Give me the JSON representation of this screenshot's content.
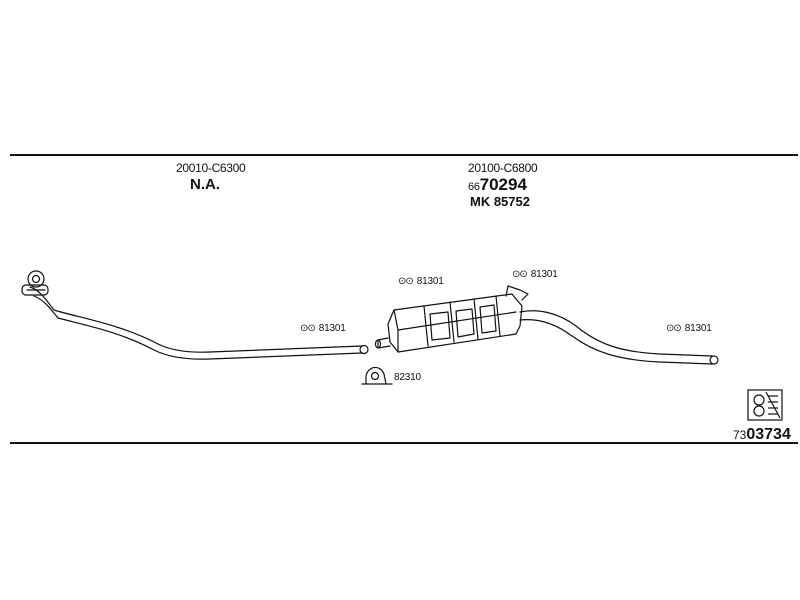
{
  "diagram": {
    "section_left": {
      "part_number": "20010-C6300",
      "status": "N.A."
    },
    "section_right": {
      "part_number": "20100-C6800",
      "order_prefix": "66",
      "order_number": "70294",
      "kit_code": "MK 85752"
    },
    "callouts": {
      "clamp_code": "81301",
      "clamp_symbol": "⊙⊙",
      "bracket_code": "82310"
    },
    "reference": {
      "prefix": "73",
      "number": "03734"
    },
    "icons": {
      "catalog": "catalog-symbol-icon",
      "bracket": "mounting-bracket-icon",
      "clamp": "pipe-clamp-icon"
    }
  }
}
